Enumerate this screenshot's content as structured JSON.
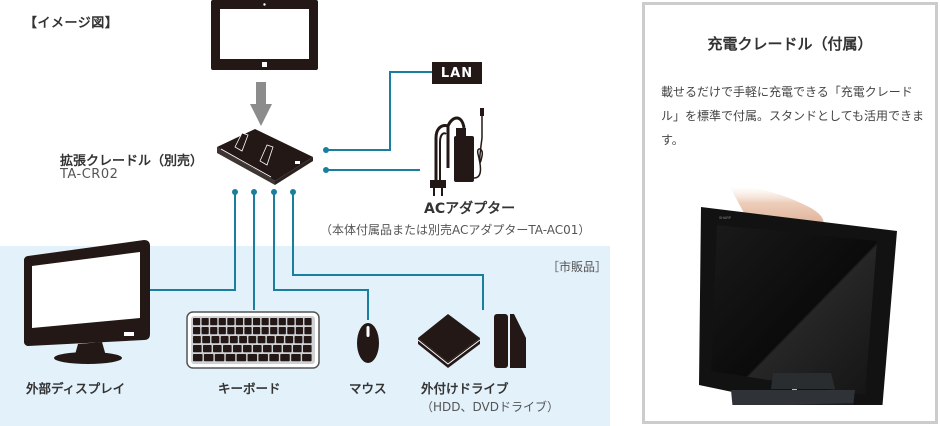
{
  "diagram": {
    "image_label": "【イメージ図】",
    "tablet": {
      "icon": "tablet-icon"
    },
    "arrow": {
      "icon": "arrow-down-icon"
    },
    "expansion_cradle": {
      "name": "拡張クレードル（別売）",
      "model": "TA-CR02",
      "icon": "cradle-icon"
    },
    "lan": {
      "label": "LAN"
    },
    "ac_adapter": {
      "name": "ACアダプター",
      "note": "（本体付属品または別売ACアダプターTA-AC01）",
      "icon": "ac-adapter-icon"
    },
    "retail_zone_label": "［市販品］",
    "devices": [
      {
        "id": "display",
        "label": "外部ディスプレイ",
        "icon": "monitor-icon"
      },
      {
        "id": "keyboard",
        "label": "キーボード",
        "icon": "keyboard-icon"
      },
      {
        "id": "mouse",
        "label": "マウス",
        "icon": "mouse-icon"
      },
      {
        "id": "drive",
        "label": "外付けドライブ",
        "note": "（HDD、DVDドライブ）",
        "icon": "external-drive-icon"
      }
    ],
    "colors": {
      "connector_line": "#1a7f9e",
      "device_fill": "#231815",
      "retail_zone_bg": "#e3f1fb",
      "arrow": "#8c8c8c"
    }
  },
  "panel": {
    "title": "充電クレードル（付属）",
    "description": "載せるだけで手軽に充電できる「充電クレードル」を標準で付属。スタンドとしても活用できます。",
    "photo": "tablet-on-charging-cradle-photo",
    "border_color": "#cccccc"
  }
}
